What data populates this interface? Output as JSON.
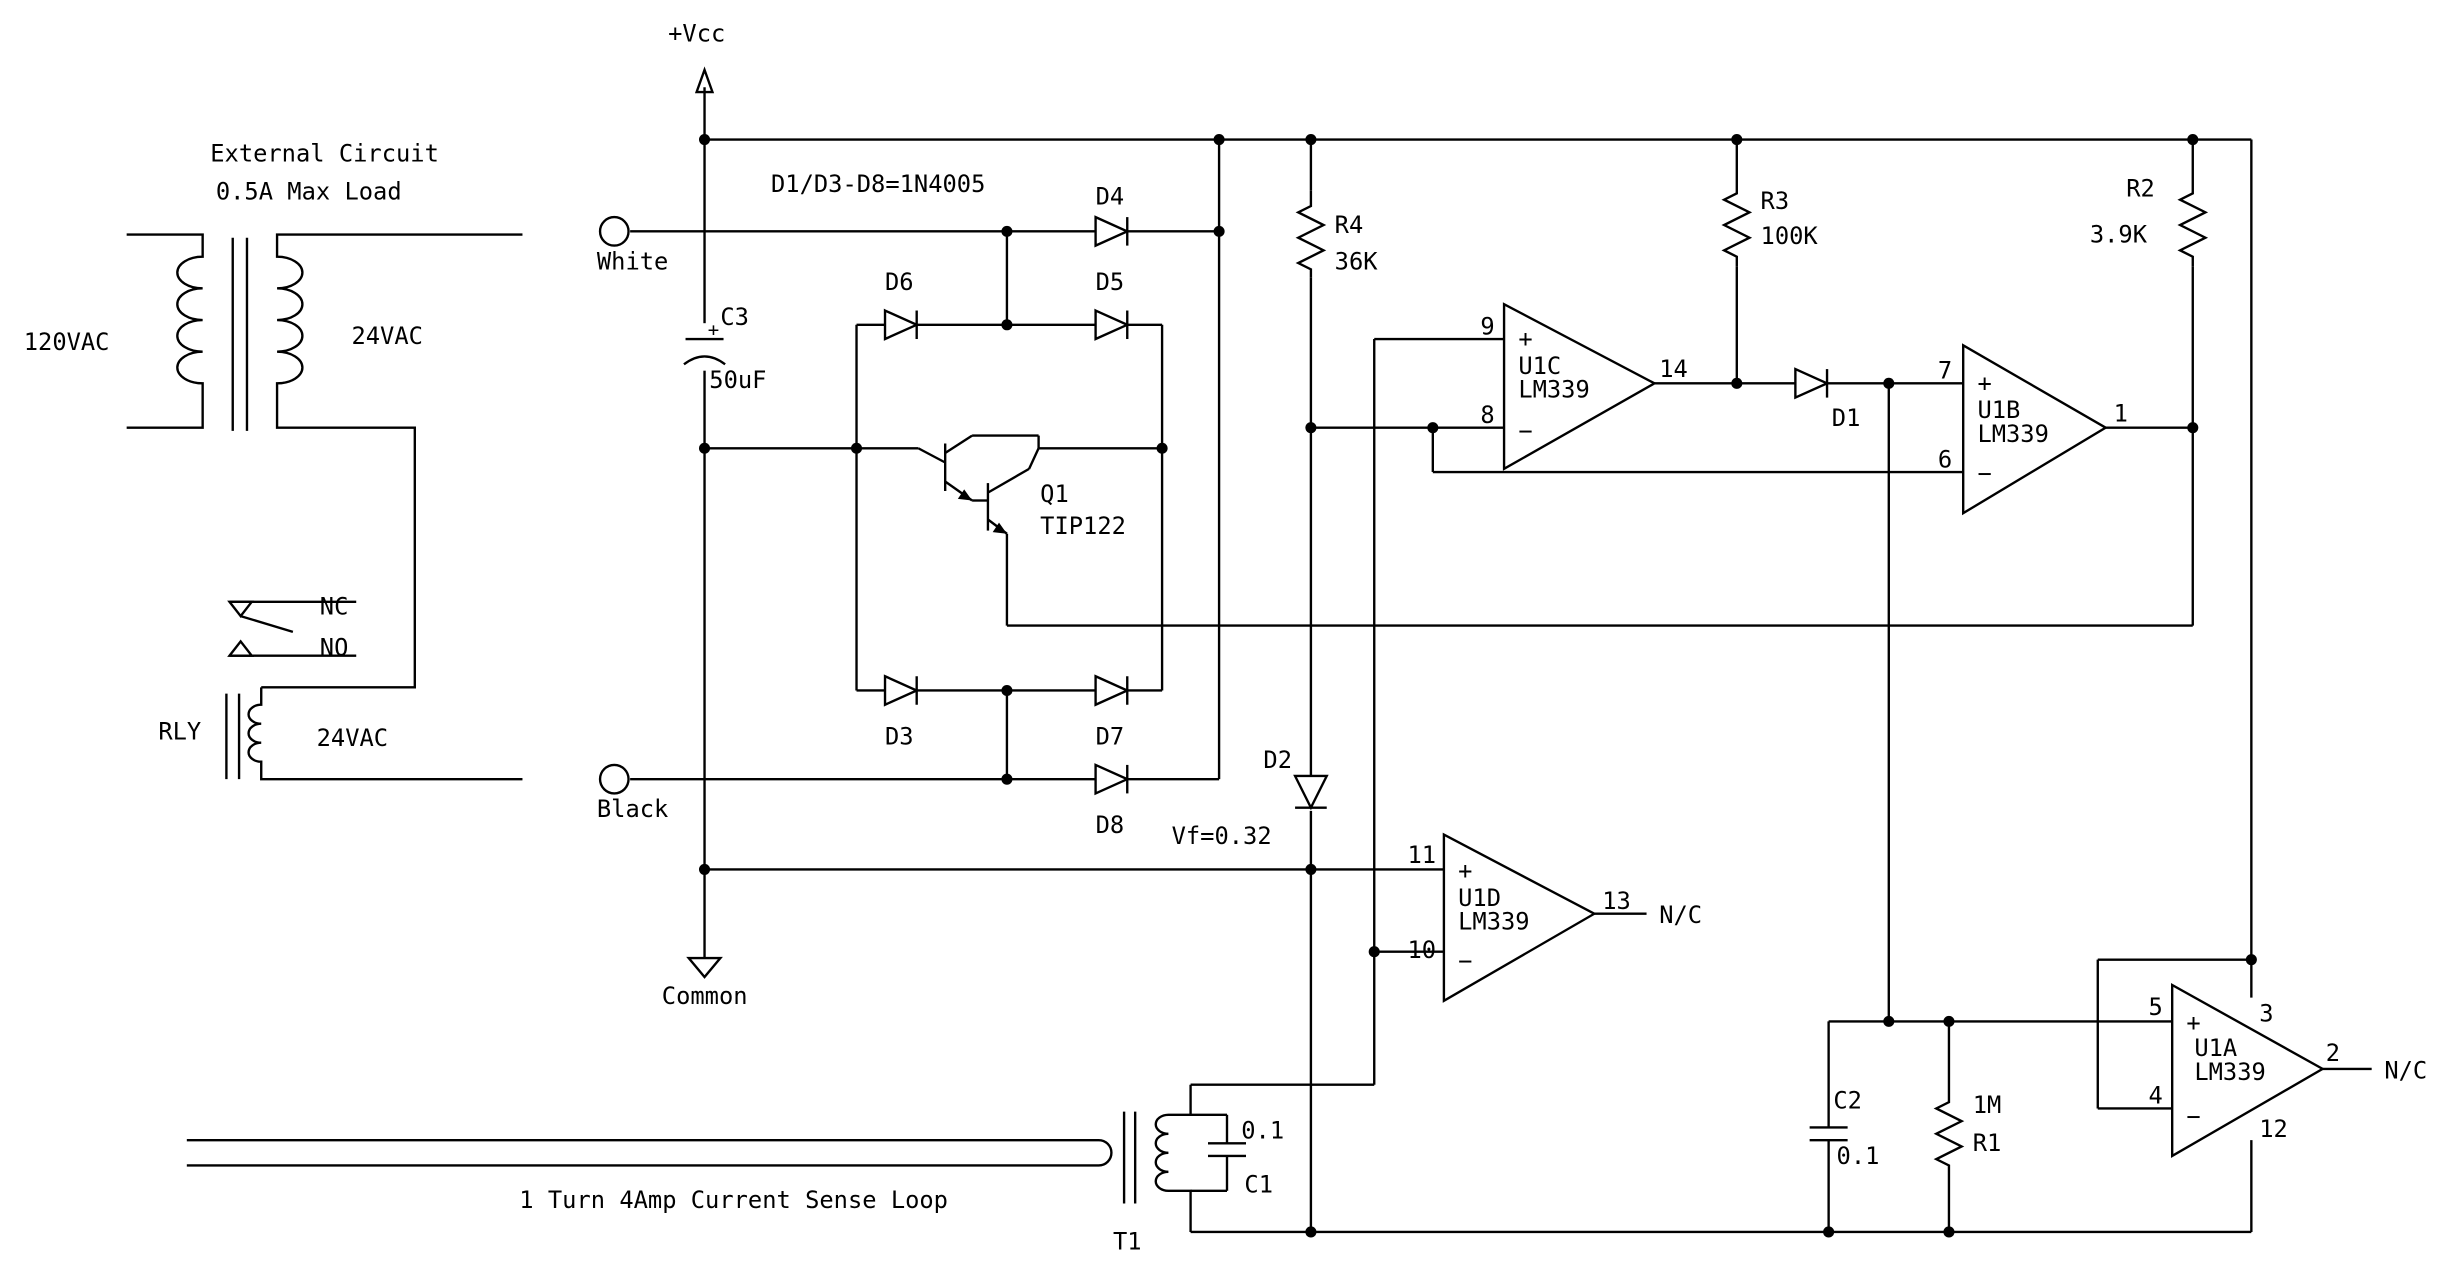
{
  "power": {
    "vcc": "+Vcc",
    "common": "Common"
  },
  "external": {
    "title": "External Circuit",
    "max_load": "0.5A Max Load",
    "primary": "120VAC",
    "secondary": "24VAC"
  },
  "relay": {
    "ref": "RLY",
    "coil": "24VAC",
    "nc": "NC",
    "no": "NO"
  },
  "terminals": {
    "white": "White",
    "black": "Black"
  },
  "diode_note": "D1/D3-D8=1N4005",
  "c3": {
    "ref": "C3",
    "value": "50uF",
    "plus": "+"
  },
  "diodes": {
    "d1": "D1",
    "d2": "D2",
    "d3": "D3",
    "d4": "D4",
    "d5": "D5",
    "d6": "D6",
    "d7": "D7",
    "d8": "D8"
  },
  "d2_vf": "Vf=0.32",
  "q1": {
    "ref": "Q1",
    "part": "TIP122"
  },
  "r4": {
    "ref": "R4",
    "value": "36K"
  },
  "r3": {
    "ref": "R3",
    "value": "100K"
  },
  "r2": {
    "ref": "R2",
    "value": "3.9K"
  },
  "r1": {
    "ref": "R1",
    "value": "1M"
  },
  "c2": {
    "ref": "C2",
    "value": "0.1"
  },
  "c1": {
    "ref": "C1",
    "value": "0.1"
  },
  "t1": {
    "ref": "T1"
  },
  "sense_loop": "1 Turn 4Amp Current Sense Loop",
  "opamps": [
    {
      "ref": "U1C",
      "part": "LM339",
      "plus_pin": "9",
      "minus_pin": "8",
      "out_pin": "14"
    },
    {
      "ref": "U1B",
      "part": "LM339",
      "plus_pin": "7",
      "minus_pin": "6",
      "out_pin": "1"
    },
    {
      "ref": "U1D",
      "part": "LM339",
      "plus_pin": "11",
      "minus_pin": "10",
      "out_pin": "13"
    },
    {
      "ref": "U1A",
      "part": "LM339",
      "plus_pin": "5",
      "minus_pin": "4",
      "out_pin": "2",
      "vcc_pin": "3",
      "gnd_pin": "12"
    }
  ],
  "nc_label": "N/C",
  "sign_plus": "+",
  "sign_minus": "−"
}
